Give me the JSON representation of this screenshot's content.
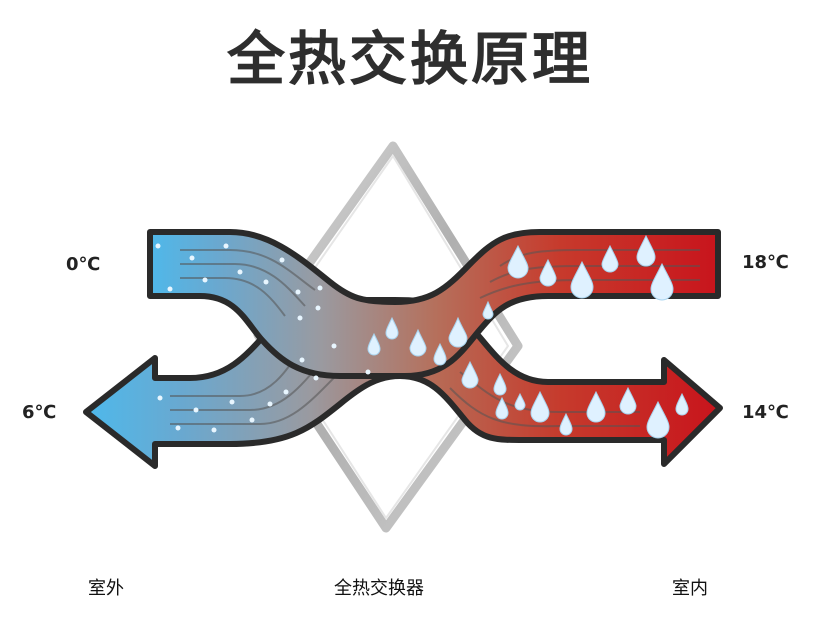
{
  "title": "全热交换原理",
  "temperatures": {
    "outdoor_in": "0℃",
    "outdoor_out": "6℃",
    "indoor_in": "18℃",
    "indoor_out": "14℃"
  },
  "captions": {
    "outdoor": "室外",
    "exchanger": "全热交换器",
    "indoor": "室内"
  },
  "colors": {
    "cold": "#4fb8ea",
    "warm": "#c0131b",
    "outline": "#2a2a2a",
    "diamond": "#bdbdbd"
  }
}
